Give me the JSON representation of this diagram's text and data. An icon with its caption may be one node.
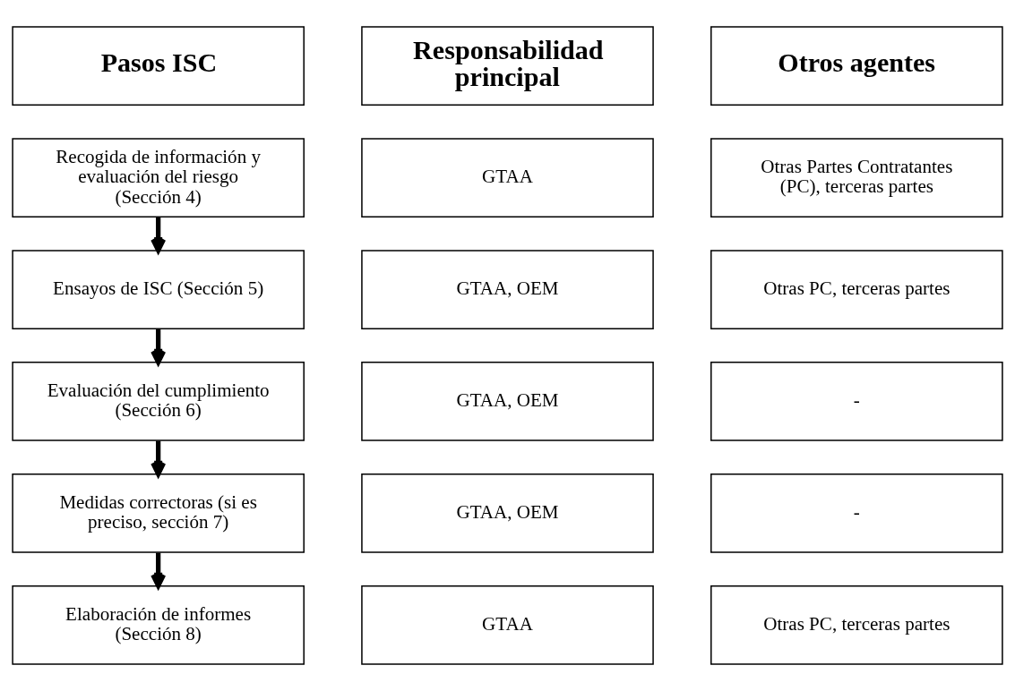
{
  "diagram": {
    "nodes": [
      {
        "text": [
          "Pasos ISC"
        ]
      },
      {
        "text": [
          "Responsabilidad principal"
        ]
      },
      {
        "text": [
          "Otros agentes"
        ]
      },
      {
        "text": [
          "Recogida de información y evaluación del riesgo (Sección 4)"
        ]
      },
      {
        "text": [
          "GTAA"
        ]
      },
      {
        "text": [
          "Otras Partes Contratantes (PC), terceras partes"
        ]
      },
      {
        "text": [
          "Ensayos de ISC (Sección 5)"
        ]
      },
      {
        "text": [
          "GTAA, OEM"
        ]
      },
      {
        "text": [
          "Otras PC, terceras partes"
        ]
      },
      {
        "text": [
          "Evaluación del cumplimiento (Sección 6)"
        ]
      },
      {
        "text": [
          "GTAA, OEM"
        ]
      },
      {
        "text": [
          "-"
        ]
      },
      {
        "text": [
          "Medidas correctoras (si es preciso, sección 7)"
        ]
      },
      {
        "text": [
          "GTAA, OEM"
        ]
      },
      {
        "text": [
          "-"
        ]
      },
      {
        "text": [
          "Elaboración de informes (Sección 8)"
        ]
      },
      {
        "text": [
          "GTAA"
        ]
      },
      {
        "text": [
          "Otras PC, terceras partes"
        ]
      }
    ],
    "edges": [
      {
        "from": 3,
        "to": 6,
        "arrow": "to"
      },
      {
        "from": 6,
        "to": 9,
        "arrow": "to"
      },
      {
        "from": 9,
        "to": 12,
        "arrow": "to"
      },
      {
        "from": 12,
        "to": 15,
        "arrow": "to"
      }
    ]
  }
}
